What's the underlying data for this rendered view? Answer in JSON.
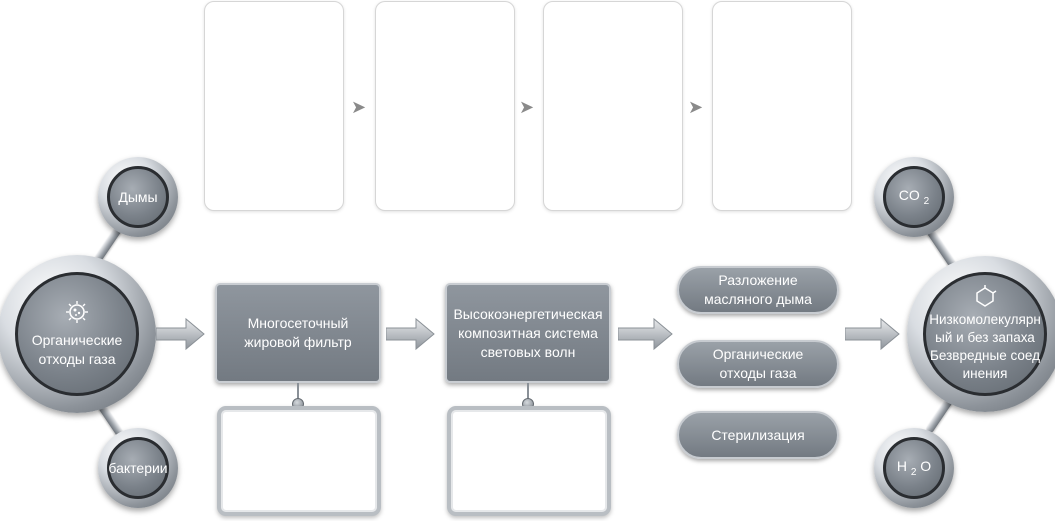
{
  "left_hub": {
    "label": "Органические отходы газа",
    "icon": "bacteria-icon"
  },
  "left_top": {
    "label": "Дымы"
  },
  "left_bottom": {
    "label": "бактерии"
  },
  "process1": {
    "label": "Многосеточный жировой фильтр"
  },
  "process2": {
    "label": "Высокоэнергетическая композитная система световых волн"
  },
  "pills": [
    {
      "label": "Разложение масляного дыма"
    },
    {
      "label": "Органические отходы газа"
    },
    {
      "label": "Стерилизация"
    }
  ],
  "right_hub": {
    "label": "Низкомолекулярный и без запаха Безвредные соединения",
    "icon": "molecule-icon"
  },
  "right_top": {
    "label": "CO",
    "sub": "2"
  },
  "right_bottom": {
    "label": "H",
    "sub": "2",
    "label2": "O"
  },
  "colors": {
    "box_fill": "#7f868e",
    "arrow": "#a9aeb4"
  }
}
